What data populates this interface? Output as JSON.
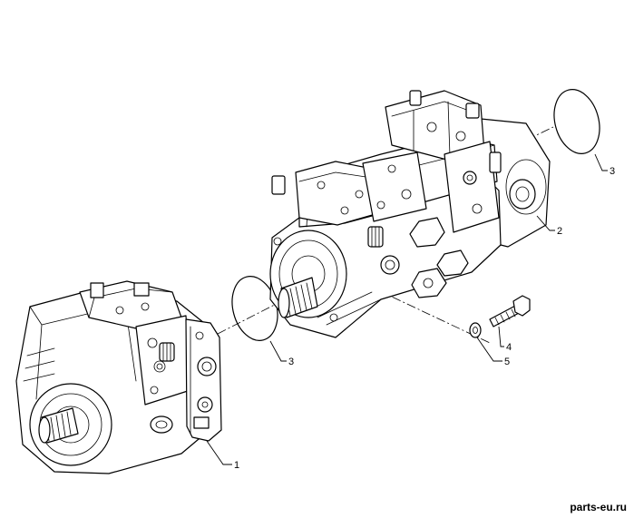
{
  "callouts": {
    "c1": "1",
    "c2": "2",
    "c3a": "3",
    "c3b": "3",
    "c4": "4",
    "c5": "5"
  },
  "watermark": "parts-eu.ru"
}
